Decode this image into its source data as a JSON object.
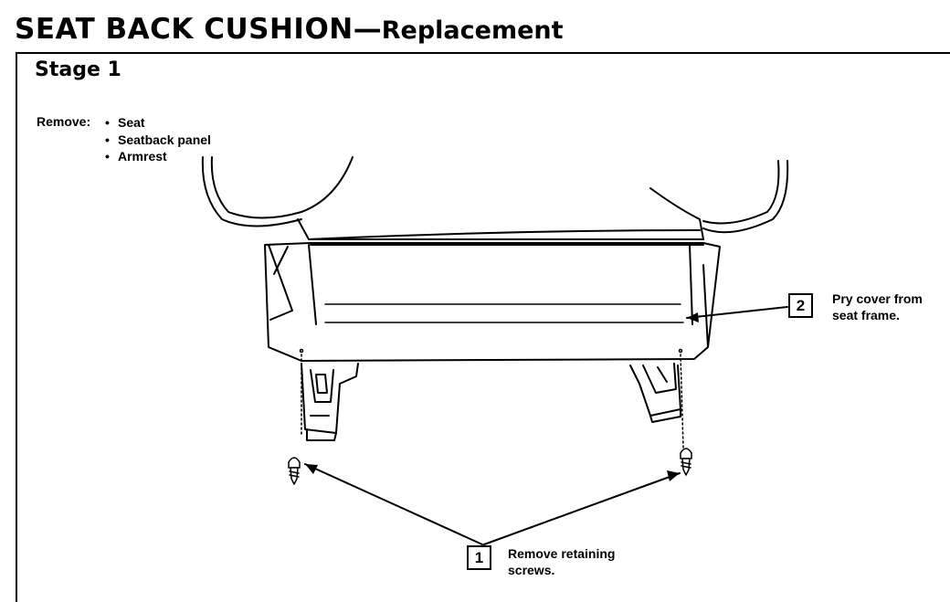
{
  "header": {
    "title_main": "SEAT BACK CUSHION",
    "title_dash": "—",
    "title_sub": "Replacement"
  },
  "stage": {
    "label": "Stage 1"
  },
  "remove": {
    "label": "Remove:",
    "items": [
      "Seat",
      "Seatback panel",
      "Armrest"
    ]
  },
  "callouts": [
    {
      "number": "1",
      "text_line1": "Remove retaining",
      "text_line2": "screws."
    },
    {
      "number": "2",
      "text_line1": "Pry cover from",
      "text_line2": "seat frame."
    }
  ]
}
